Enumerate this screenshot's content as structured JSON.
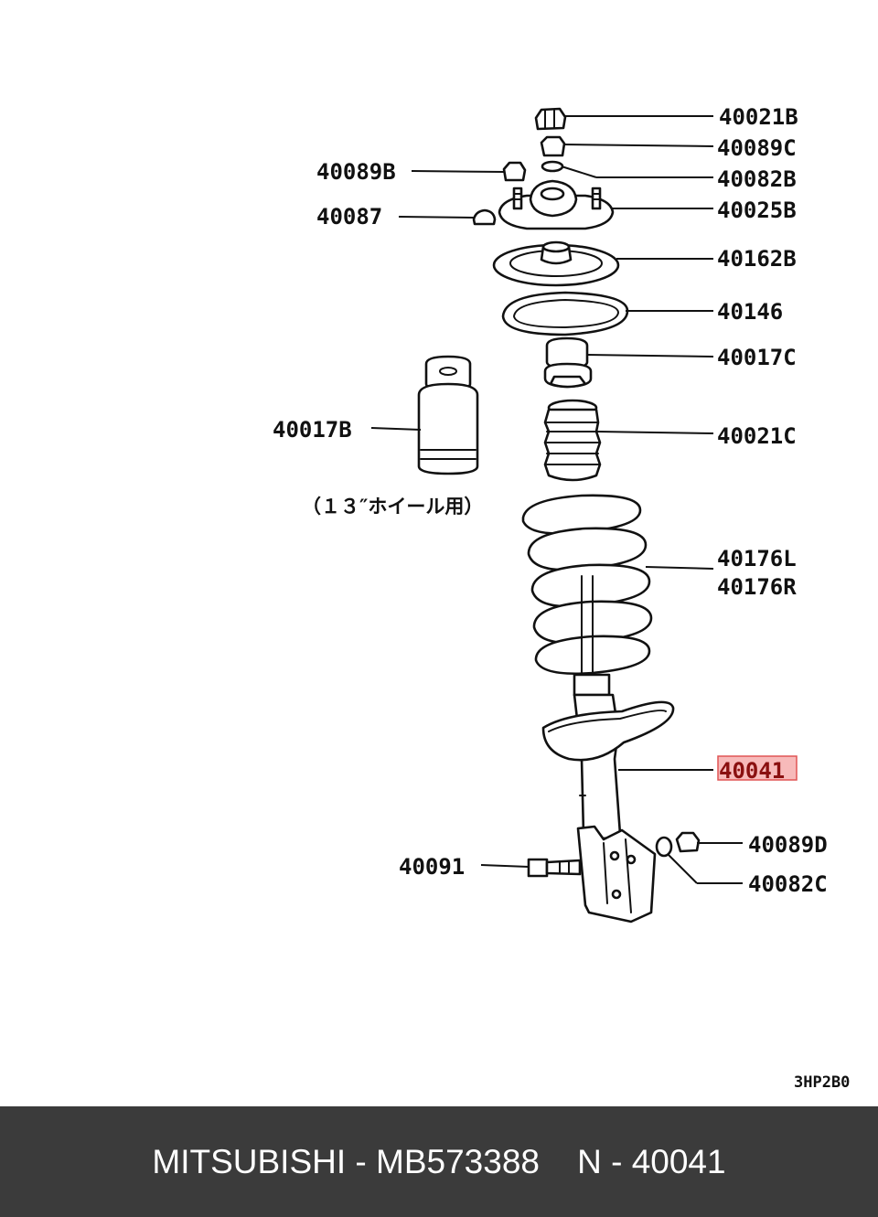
{
  "callouts": {
    "p40021B": "40021B",
    "p40089C": "40089C",
    "p40082B": "40082B",
    "p40089B": "40089B",
    "p40087": "40087",
    "p40025B": "40025B",
    "p40162B": "40162B",
    "p40146": "40146",
    "p40017C": "40017C",
    "p40017B": "40017B",
    "p40021C": "40021C",
    "p40176L": "40176L",
    "p40176R": "40176R",
    "p40041": "40041",
    "p40089D": "40089D",
    "p40091": "40091",
    "p40082C": "40082C"
  },
  "note": "（１３″ホイール用）",
  "diagram_code": "3HP2B0",
  "highlight": {
    "part": "40041",
    "color": "#f4a3a3",
    "border": "#e05555"
  },
  "footer": {
    "brand": "MITSUBISHI",
    "part_number": "MB573388",
    "ref": "N - 40041",
    "text": "MITSUBISHI - MB573388    N - 40041",
    "background": "#3b3b3b"
  }
}
